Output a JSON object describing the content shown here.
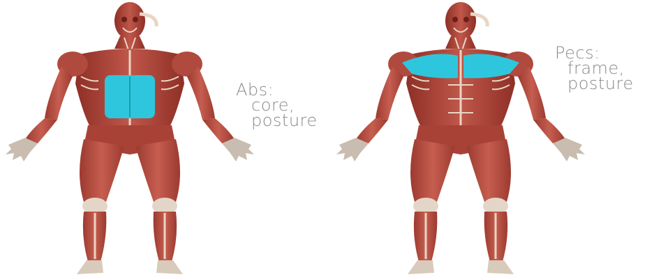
{
  "figures": [
    {
      "id": "left",
      "highlight": "abs",
      "label_lines": [
        "Abs:",
        "core,",
        "posture"
      ]
    },
    {
      "id": "right",
      "highlight": "pecs",
      "label_lines": [
        "Pecs:",
        "frame,",
        "posture"
      ]
    }
  ],
  "colors": {
    "muscle": "#b5483c",
    "muscle_dark": "#8e2f26",
    "tendon": "#e9d6c4",
    "highlight": "#2ec6dd",
    "label": "#8a8a8a",
    "background": "#ffffff"
  }
}
